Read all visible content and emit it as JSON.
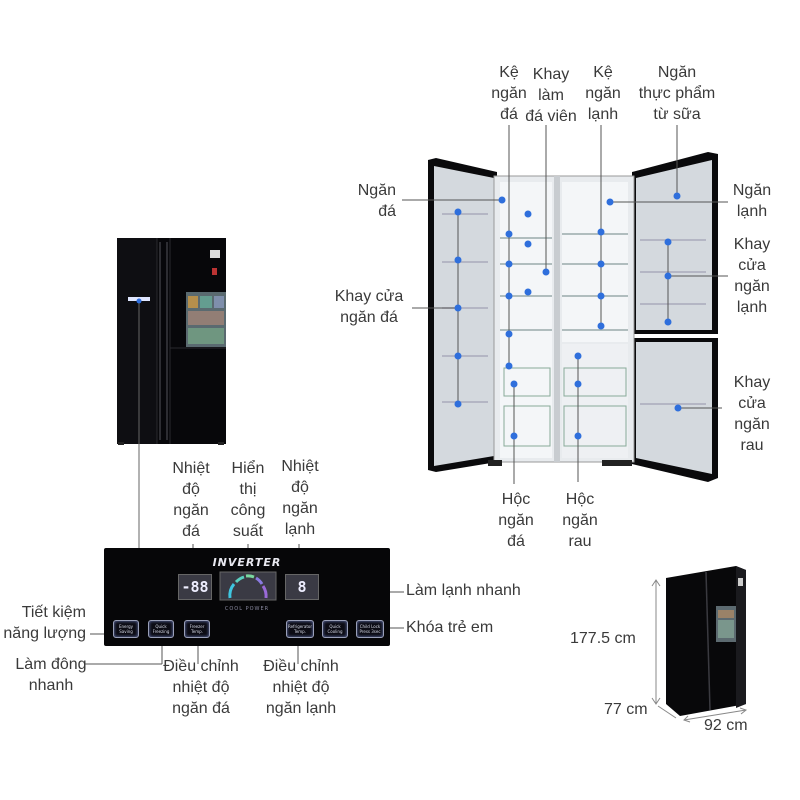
{
  "interior_labels": {
    "ke_ngan_da": "Kệ\nngăn\nđá",
    "khay_lam_da_vien": "Khay\nlàm\nđá viên",
    "ke_ngan_lanh": "Kệ\nngăn\nlạnh",
    "ngan_thuc_pham_tu_sua": "Ngăn\nthực phẩm\ntừ sữa",
    "ngan_da": "Ngăn\nđá",
    "ngan_lanh": "Ngăn\nlạnh",
    "khay_cua_ngan_da": "Khay cửa\nngăn đá",
    "khay_cua_ngan_lanh": "Khay\ncửa\nngăn\nlạnh",
    "khay_cua_ngan_rau": "Khay\ncửa\nngăn\nrau",
    "hoc_ngan_da": "Hộc\nngăn\nđá",
    "hoc_ngan_rau": "Hộc\nngăn\nrau"
  },
  "panel_labels": {
    "nhiet_do_ngan_da": "Nhiệt\nđộ\nngăn\nđá",
    "hien_thi_cong_suat": "Hiển\nthị\ncông\nsuất",
    "nhiet_do_ngan_lanh": "Nhiệt\nđộ\nngăn\nlạnh",
    "lam_lanh_nhanh": "Làm lạnh nhanh",
    "khoa_tre_em": "Khóa trẻ em",
    "tiet_kiem_nang_luong": "Tiết kiệm\nnăng lượng",
    "lam_dong_nhanh": "Làm đông\nnhanh",
    "dieu_chinh_nhiet_do_ngan_da": "Điều chỉnh\nnhiệt độ\nngăn đá",
    "dieu_chinh_nhiet_do_ngan_lanh": "Điều chỉnh\nnhiệt độ\nngăn lạnh"
  },
  "panel": {
    "brand": "INVERTER",
    "subtitle": "COOL POWER",
    "freezer_display": "-88",
    "fridge_display": "8",
    "buttons": [
      "Energy Saving",
      "Quick Freezing",
      "Freezer Temp.",
      "Refrigerator Temp.",
      "Quick Cooling",
      "Child Lock Press 3sec"
    ]
  },
  "dimensions": {
    "height": "177.5 cm",
    "depth": "77 cm",
    "width": "92 cm"
  },
  "colors": {
    "marker": "#2f6fdc",
    "fridge_black": "#0a0a0c",
    "interior": "#dfe3e8",
    "text": "#3a3a3a"
  }
}
